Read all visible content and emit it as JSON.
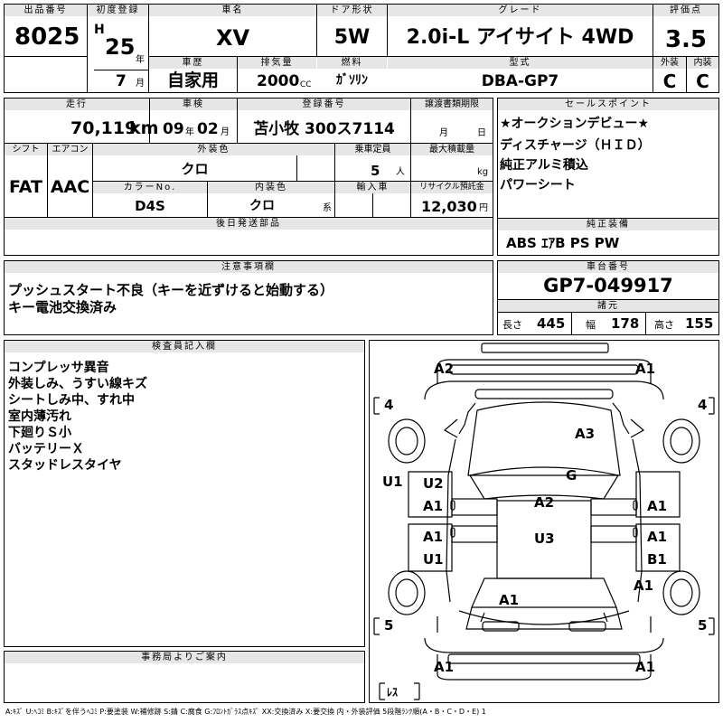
{
  "top": {
    "labels": {
      "lot": "出品番号",
      "first_reg": "初度登録",
      "car_name": "車名",
      "door": "ドア形状",
      "grade": "グレード",
      "score": "評価点",
      "history": "車歴",
      "displacement": "排気量",
      "fuel": "燃料",
      "model_type": "型式",
      "ext": "外装",
      "int": "内装"
    },
    "lot_no": "8025",
    "era": "H",
    "year": "25",
    "year_unit": "年",
    "month": "7",
    "month_unit": "月",
    "car_name": "XV",
    "door": "5W",
    "grade": "2.0i-L アイサイト 4WD",
    "score": "3.5",
    "history": "自家用",
    "displacement": "2000",
    "cc": "CC",
    "fuel": "ｶﾞｿﾘﾝ",
    "model_type": "DBA-GP7",
    "ext_grade": "C",
    "int_grade": "C"
  },
  "mid": {
    "labels": {
      "mileage": "走行",
      "inspection": "車検",
      "reg_no": "登録番号",
      "transfer": "譲渡書類期限",
      "shift": "シフト",
      "ac": "エアコン",
      "color": "外装色",
      "capacity": "乗車定員",
      "max_load": "最大積載量",
      "color_no": "カラーNo.",
      "interior_color": "内装色",
      "import": "輸入車",
      "recycle": "リサイクル預託金",
      "later_parts": "後日発送部品"
    },
    "mileage": "70,119",
    "km": "km",
    "insp_year": "09",
    "insp_year_unit": "年",
    "insp_month": "02",
    "insp_month_unit": "月",
    "reg_no": "苫小牧 300ス7114",
    "transfer_month_unit": "月",
    "transfer_day_unit": "日",
    "shift": "FAT",
    "ac": "AAC",
    "color": "クロ",
    "capacity": "5",
    "capacity_unit": "人",
    "load_unit": "kg",
    "color_no": "D4S",
    "interior_color": "クロ",
    "interior_suffix": "系",
    "recycle": "12,030",
    "recycle_unit": "円"
  },
  "sales": {
    "label": "セールスポイント",
    "items": [
      "★オークションデビュー★",
      "ディスチャージ（ＨＩＤ）",
      "純正アルミ積込",
      "パワーシート"
    ]
  },
  "equip": {
    "label": "純正装備",
    "items": "ABS ｴｱB PS PW"
  },
  "notes": {
    "label": "注意事項欄",
    "lines": [
      "プッシュスタート不良（キーを近ずけると始動する）",
      "キー電池交換済み"
    ]
  },
  "chassis": {
    "label": "車台番号",
    "number": "GP7-049917",
    "dims_label": "諸元",
    "length_label": "長さ",
    "length": "445",
    "width_label": "幅",
    "width": "178",
    "height_label": "高さ",
    "height": "155"
  },
  "inspector": {
    "label": "検査員記入欄",
    "lines": [
      "コンプレッサ異音",
      "外装しみ、うすい線キズ",
      "シートしみ中、すれ中",
      "室内薄汚れ",
      "下廻りＳ小",
      "バッテリーＸ",
      "スタッドレスタイヤ"
    ]
  },
  "office": {
    "label": "事務局よりご案内"
  },
  "diagram": {
    "tire_front_left": "4",
    "tire_front_right": "4",
    "tire_rear_left": "5",
    "tire_rear_right": "5",
    "spare": "ﾚｽ",
    "marks": {
      "front_bumper_left": "A2",
      "front_bumper_right": "A1",
      "hood": "A3",
      "windshield": "G",
      "left_fender": "U1",
      "left_front_door_a": "U2",
      "left_front_door_b": "A1",
      "roof": "A2",
      "right_front_door": "A1",
      "left_rear_door_a": "A1",
      "left_rear_door_b": "U1",
      "trunk_area": "U3",
      "right_rear_door_a": "A1",
      "right_rear_door_b": "B1",
      "right_quarter": "A1",
      "rear_glass": "A1",
      "rear_bumper_left": "A1",
      "rear_bumper_right": "A1"
    }
  },
  "legend": "A:ｷｽﾞ U:ﾍｺﾐ B:ｷｽﾞを伴うﾍｺﾐ P:要塗装 W:補修跡 S:錆 C:腐食 G:ﾌﾛﾝﾄｶﾞﾗｽ点ｷｽﾞ XX:交換済み X:要交換 内・外装評価 5段階ﾗﾝｸ順(A・B・C・D・E) 1"
}
